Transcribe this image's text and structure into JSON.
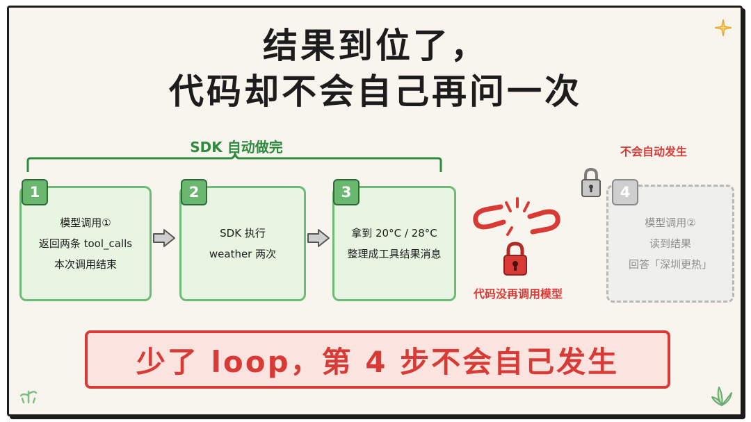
{
  "title": {
    "line1": "结果到位了，",
    "line2": "代码却不会自己再问一次"
  },
  "sdk_group": {
    "label": "SDK 自动做完"
  },
  "steps": [
    {
      "number": "1",
      "lines": [
        "模型调用①",
        "返回两条 tool_calls",
        "本次调用结束"
      ]
    },
    {
      "number": "2",
      "lines": [
        "SDK 执行",
        "weather 两次"
      ]
    },
    {
      "number": "3",
      "lines": [
        "拿到 20°C / 28°C",
        "整理成工具结果消息"
      ]
    },
    {
      "number": "4",
      "lines": [
        "模型调用②",
        "读到结果",
        "回答「深圳更热」"
      ]
    }
  ],
  "broken_caption": "代码没再调用模型",
  "not_auto_label": "不会自动发生",
  "banner": "少了 loop，第 4 步不会自己发生",
  "colors": {
    "green": "#2e8a3c",
    "green_fill": "#e8f5e3",
    "red": "#d83a36",
    "red_fill": "#fbe3e0",
    "gray": "#b8b8b8",
    "background": "#f7f5ee"
  }
}
